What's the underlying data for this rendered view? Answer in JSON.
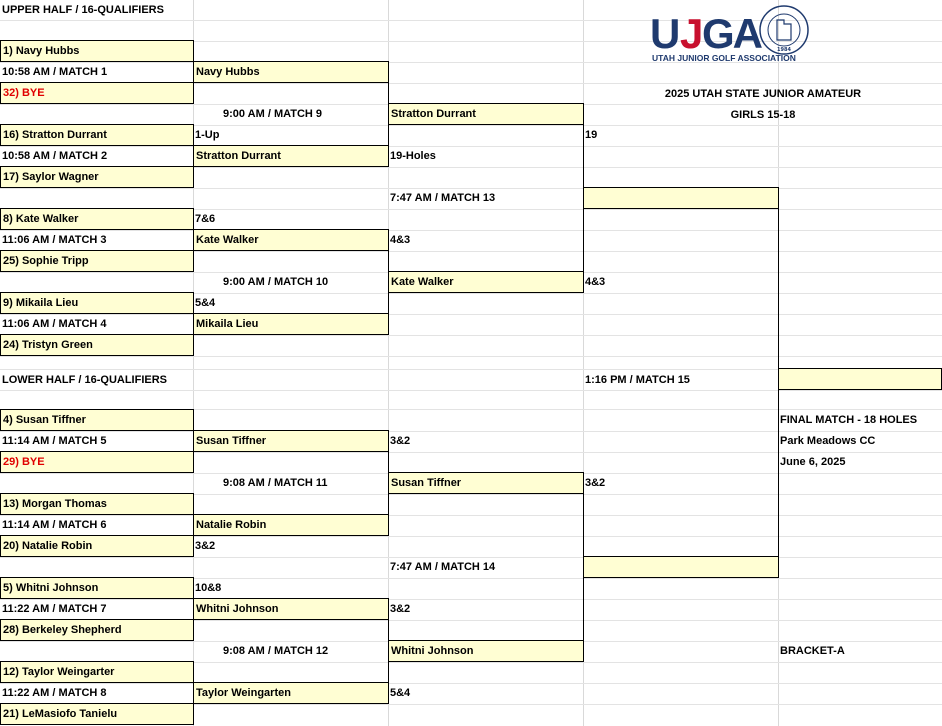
{
  "header": {
    "upper_half": "UPPER HALF /  16-QUALIFIERS",
    "lower_half": "LOWER HALF / 16-QUALIFIERS",
    "tournament": "2025 UTAH STATE JUNIOR AMATEUR",
    "division": "GIRLS 15-18"
  },
  "logo": {
    "letters": "UJGA",
    "name": "UTAH JUNIOR GOLF ASSOCIATION",
    "seal_text": "UTAH JUNIOR GOLF ASSOCIATION",
    "seal_year": "1984",
    "colors": {
      "blue": "#1f3a6e",
      "red": "#c8102e"
    }
  },
  "round1": {
    "m1_top": "1)  Navy Hubbs",
    "m1_time": "10:58 AM / MATCH 1",
    "m1_bottom": "32) BYE",
    "m2_top": "16) Stratton Durrant",
    "m2_time": "10:58 AM / MATCH 2",
    "m2_bottom": "17)  Saylor Wagner",
    "m3_top": "8) Kate Walker",
    "m3_time": "11:06 AM / MATCH 3",
    "m3_bottom": "25) Sophie Tripp",
    "m4_top": " 9) Mikaila Lieu",
    "m4_time": "11:06 AM / MATCH 4",
    "m4_bottom": "24) Tristyn Green",
    "m5_top": "4) Susan Tiffner",
    "m5_time": "11:14 AM / MATCH 5",
    "m5_bottom": "29) BYE",
    "m6_top": "13) Morgan Thomas",
    "m6_time": "11:14 AM / MATCH 6",
    "m6_bottom": "20) Natalie Robin",
    "m7_top": "5) Whitni Johnson",
    "m7_time": "11:22 AM / MATCH 7",
    "m7_bottom": "28)  Berkeley Shepherd",
    "m8_top": "12)  Taylor Weingarter",
    "m8_time": "11:22 AM / MATCH 8",
    "m8_bottom": "21)  LeMasiofo Tanielu"
  },
  "round2": {
    "w1": "Navy Hubbs",
    "r2_score": "1-Up",
    "w2": "Stratton Durrant",
    "r3_score": "7&6",
    "w3": "Kate Walker",
    "r4_score": "5&4",
    "w4": "Mikaila Lieu",
    "w5": "Susan Tiffner",
    "w6": "Natalie Robin",
    "r6_score": "3&2",
    "r7_score": "10&8",
    "w7": "Whitni Johnson",
    "w8": "Taylor Weingarten",
    "m9_time": "9:00 AM / MATCH 9",
    "m10_time": "9:00 AM / MATCH 10",
    "m11_time": "9:08 AM / MATCH 11",
    "m12_time": "9:08 AM / MATCH 12"
  },
  "round3": {
    "w9": "Stratton Durrant",
    "s9": "19-Holes",
    "s10_top": "4&3",
    "w10": "Kate Walker",
    "s11_top": "3&2",
    "w11": "Susan Tiffner",
    "s12_top": "3&2",
    "w12": "Whitni Johnson",
    "s12": "5&4",
    "m13_time": "7:47 AM / MATCH 13",
    "m14_time": "7:47 AM / MATCH 14"
  },
  "round4": {
    "s13": "19",
    "s13b": "4&3",
    "w13": "",
    "s14": "3&2",
    "w14": "",
    "m15_time": "1:16 PM / MATCH 15"
  },
  "final": {
    "winner": "",
    "title": "FINAL MATCH - 18 HOLES",
    "venue": "Park Meadows CC",
    "date": "June 6, 2025",
    "bracket": "BRACKET-A"
  }
}
